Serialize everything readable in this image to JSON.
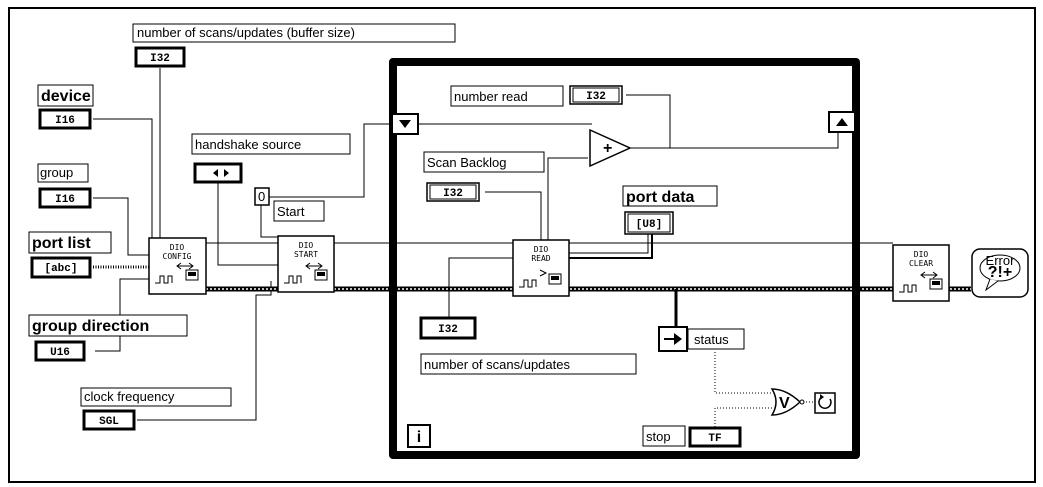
{
  "labels": {
    "buffer_size": "number of scans/updates (buffer size)",
    "device": "device",
    "group": "group",
    "port_list": "port list",
    "group_direction": "group direction",
    "clock_frequency": "clock frequency",
    "handshake_source": "handshake source",
    "start": "Start",
    "number_read": "number read",
    "scan_backlog": "Scan Backlog",
    "port_data": "port data",
    "number_scans_updates": "number of scans/updates",
    "status": "status",
    "stop": "stop"
  },
  "types": {
    "buffer_size": "I32",
    "device": "I16",
    "group": "I16",
    "port_list": "[abc]",
    "group_direction": "U16",
    "clock_frequency": "SGL",
    "number_read": "I32",
    "scan_backlog": "I32",
    "port_data": "[U8]",
    "number_scans_updates": "I32",
    "stop": "TF"
  },
  "constants": {
    "start": "0"
  },
  "vis": {
    "config": [
      "DIO",
      "CONFIG"
    ],
    "start": [
      "DIO",
      "START"
    ],
    "read": [
      "DIO",
      "READ"
    ],
    "clear": [
      "DIO",
      "CLEAR"
    ],
    "error": [
      "Error",
      "?!+"
    ]
  },
  "loop": {
    "iteration": "i",
    "or_gate": "V"
  },
  "icons": [
    "enum-control-icon",
    "shift-register-down-icon",
    "shift-register-up-icon",
    "add-function-icon",
    "or-function-icon",
    "loop-condition-icon",
    "unbundle-arrow-icon",
    "iteration-terminal-icon",
    "error-handler-icon"
  ]
}
